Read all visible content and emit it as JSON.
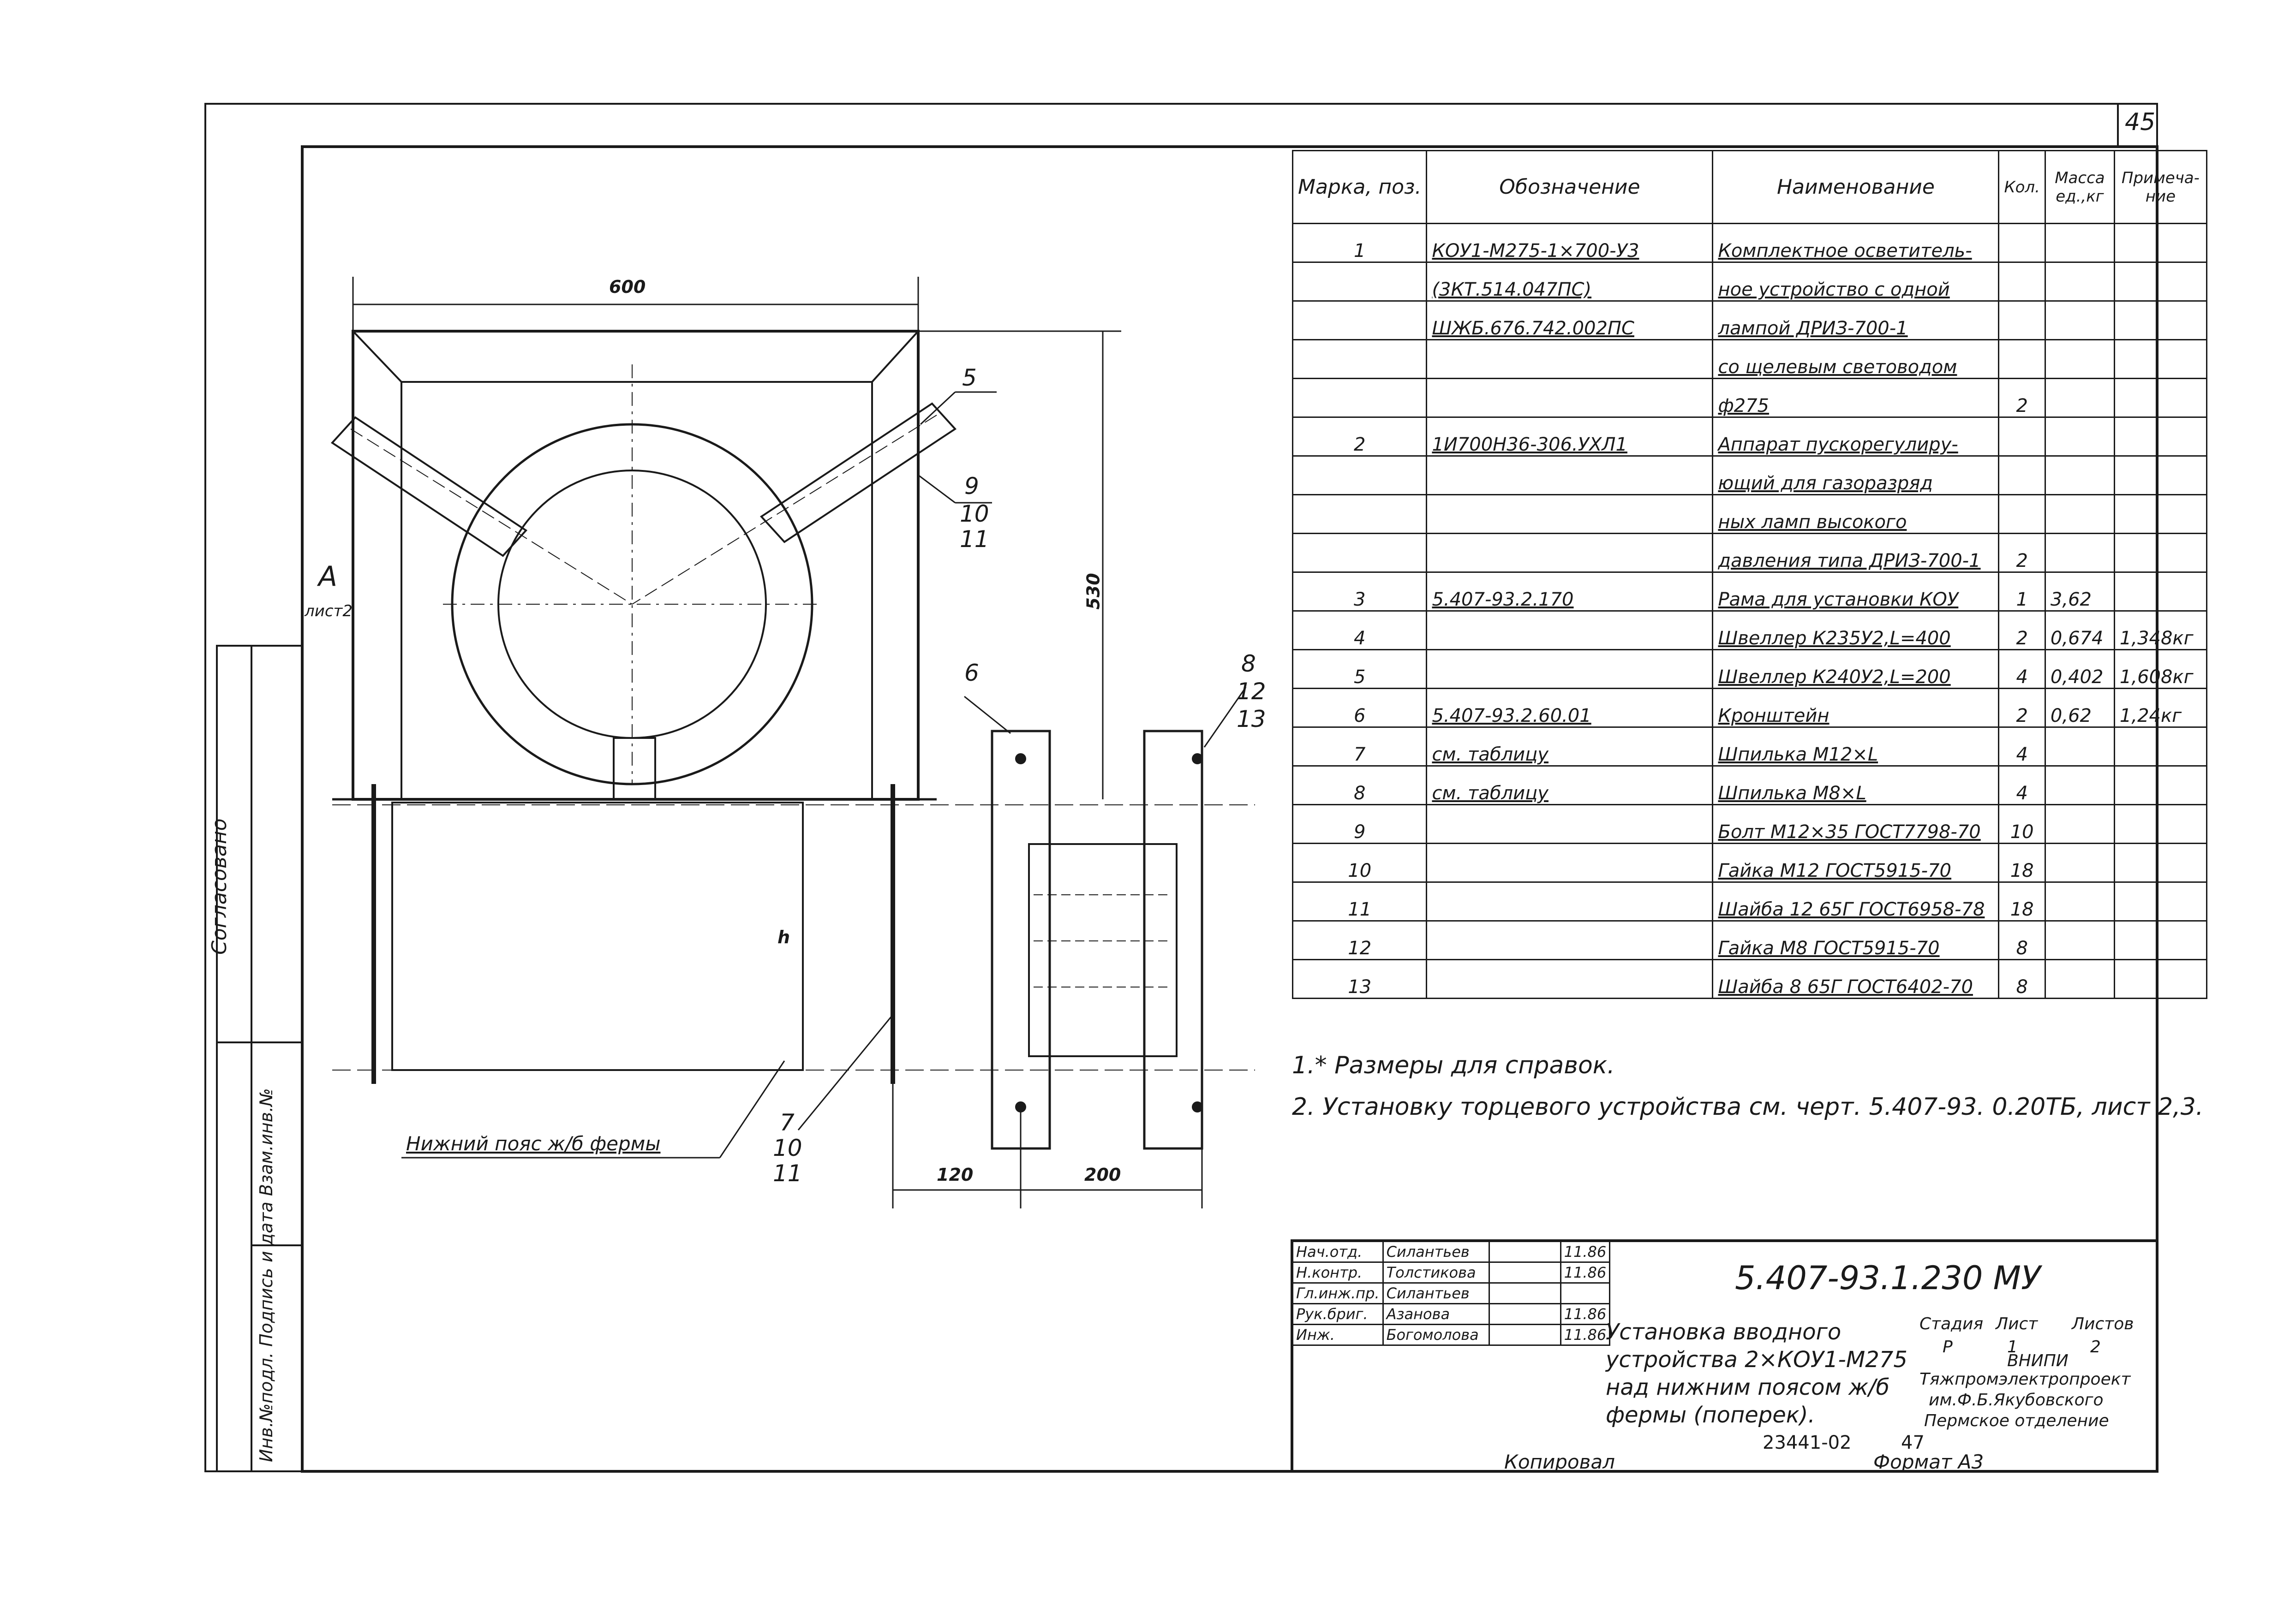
{
  "sheet": {
    "page_number": "45",
    "view_label": "A",
    "view_sheet": "лист2",
    "side_agreed": "Согласовано",
    "side_columns": "Инв.№подл. Подпись и дата Взам.инв.№"
  },
  "drawing": {
    "dims": {
      "width_600": "600",
      "height_530": "530",
      "left_120": "120",
      "right_200": "200",
      "h_label": "h"
    },
    "callouts": {
      "c5": "5",
      "c9": "9",
      "c10": "10",
      "c11": "11",
      "c6": "6",
      "c8": "8",
      "c12": "12",
      "c13": "13",
      "c7": "7",
      "c10b": "10",
      "c11b": "11"
    },
    "lower_chord_label": "Нижний пояс ж/б фермы"
  },
  "spec": {
    "headers": {
      "mark": "Марка, поз.",
      "designation": "Обозначение",
      "name": "Наименование",
      "qty": "Кол.",
      "mass": "Масса ед.,кг",
      "note": "Примеча- ние"
    },
    "rows": [
      {
        "pos": "1",
        "des": "КОУ1-М275-1×700-У3",
        "name": "Комплектное осветитель-",
        "qty": "",
        "mass": "",
        "note": ""
      },
      {
        "pos": "",
        "des": "(3КТ.514.047ПС)",
        "name": "ное устройство с одной",
        "qty": "",
        "mass": "",
        "note": ""
      },
      {
        "pos": "",
        "des": "ШЖБ.676.742.002ПС",
        "name": "лампой ДРИЗ-700-1",
        "qty": "",
        "mass": "",
        "note": ""
      },
      {
        "pos": "",
        "des": "",
        "name": "со щелевым световодом",
        "qty": "",
        "mass": "",
        "note": ""
      },
      {
        "pos": "",
        "des": "",
        "name": "ф275",
        "qty": "2",
        "mass": "",
        "note": ""
      },
      {
        "pos": "2",
        "des": "1И700Н36-306.УХЛ1",
        "name": "Аппарат пускорегулиру-",
        "qty": "",
        "mass": "",
        "note": ""
      },
      {
        "pos": "",
        "des": "",
        "name": "ющий для газоразряд",
        "qty": "",
        "mass": "",
        "note": ""
      },
      {
        "pos": "",
        "des": "",
        "name": "ных ламп высокого",
        "qty": "",
        "mass": "",
        "note": ""
      },
      {
        "pos": "",
        "des": "",
        "name": "давления типа ДРИЗ-700-1",
        "qty": "2",
        "mass": "",
        "note": ""
      },
      {
        "pos": "3",
        "des": "5.407-93.2.170",
        "name": "Рама для установки КОУ",
        "qty": "1",
        "mass": "3,62",
        "note": ""
      },
      {
        "pos": "4",
        "des": "",
        "name": "Швеллер К235У2,L=400",
        "qty": "2",
        "mass": "0,674",
        "note": "1,348кг"
      },
      {
        "pos": "5",
        "des": "",
        "name": "Швеллер К240У2,L=200",
        "qty": "4",
        "mass": "0,402",
        "note": "1,608кг"
      },
      {
        "pos": "6",
        "des": "5.407-93.2.60.01",
        "name": "Кронштейн",
        "qty": "2",
        "mass": "0,62",
        "note": "1,24кг"
      },
      {
        "pos": "7",
        "des": "см. таблицу",
        "name": "Шпилька М12×L",
        "qty": "4",
        "mass": "",
        "note": ""
      },
      {
        "pos": "8",
        "des": "см. таблицу",
        "name": "Шпилька М8×L",
        "qty": "4",
        "mass": "",
        "note": ""
      },
      {
        "pos": "9",
        "des": "",
        "name": "Болт М12×35 ГОСТ7798-70",
        "qty": "10",
        "mass": "",
        "note": ""
      },
      {
        "pos": "10",
        "des": "",
        "name": "Гайка М12 ГОСТ5915-70",
        "qty": "18",
        "mass": "",
        "note": ""
      },
      {
        "pos": "11",
        "des": "",
        "name": "Шайба 12 65Г ГОСТ6958-78",
        "qty": "18",
        "mass": "",
        "note": ""
      },
      {
        "pos": "12",
        "des": "",
        "name": "Гайка М8 ГОСТ5915-70",
        "qty": "8",
        "mass": "",
        "note": ""
      },
      {
        "pos": "13",
        "des": "",
        "name": "Шайба 8 65Г ГОСТ6402-70",
        "qty": "8",
        "mass": "",
        "note": ""
      }
    ]
  },
  "notes": {
    "n1": "1.* Размеры для справок.",
    "n2": "2. Установку торцевого устройства см. черт. 5.407-93. 0.20ТБ, лист 2,3."
  },
  "title_block": {
    "code": "5.407-93.1.230 МУ",
    "title_line1": "Установка вводного",
    "title_line2": "устройства 2×КОУ1-М275",
    "title_line3": "над нижним поясом ж/б",
    "title_line4": "фермы (поперек).",
    "stage_label": "Стадия",
    "sheet_label": "Лист",
    "sheets_label": "Листов",
    "stage": "Р",
    "sheet": "1",
    "sheets": "2",
    "org1": "ВНИПИ",
    "org2": "Тяжпромэлектропроект",
    "org3": "им.Ф.Б.Якубовского",
    "org4": "Пермское отделение",
    "people": [
      {
        "role": "Нач.отд.",
        "name": "Силантьев",
        "date": "11.86"
      },
      {
        "role": "Н.контр.",
        "name": "Толстикова",
        "date": "11.86"
      },
      {
        "role": "Гл.инж.пр.",
        "name": "Силантьев",
        "date": ""
      },
      {
        "role": "Рук.бриг.",
        "name": "Азанова",
        "date": "11.86"
      },
      {
        "role": "Инж.",
        "name": "Богомолова",
        "date": "11.86"
      }
    ],
    "archive_no": "23441-02",
    "archive_sheet": "47",
    "copied": "Копировал",
    "format": "Формат А3"
  }
}
